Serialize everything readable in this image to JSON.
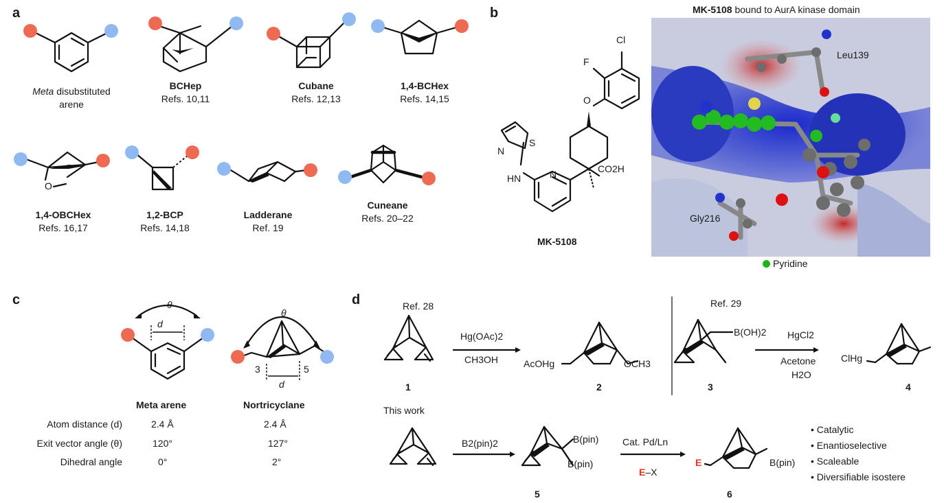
{
  "panels": {
    "a": "a",
    "b": "b",
    "c": "c",
    "d": "d"
  },
  "panel_a": {
    "meta_italic": "Meta",
    "meta_rest": "disubstituted",
    "meta_line2": "arene",
    "bchep_name": "BCHep",
    "bchep_refs": "Refs. 10,11",
    "cubane_name": "Cubane",
    "cubane_refs": "Refs. 12,13",
    "bchex_name": "1,4-BCHex",
    "bchex_refs": "Refs. 14,15",
    "obchex_name": "1,4-OBCHex",
    "obchex_refs": "Refs. 16,17",
    "bcp_name": "1,2-BCP",
    "bcp_refs": "Refs. 14,18",
    "ladderane_name": "Ladderane",
    "ladderane_refs": "Ref. 19",
    "cuneane_name": "Cuneane",
    "cuneane_refs": "Refs. 20–22",
    "oxygen": "O"
  },
  "panel_b": {
    "title_bold": "MK-5108",
    "title_rest": "bound to AurA kinase domain",
    "compound": "MK-5108",
    "atoms": {
      "cl": "Cl",
      "f": "F",
      "o": "O",
      "s": "S",
      "n1": "N",
      "hn": "HN",
      "n2": "N",
      "co2h": "CO2H"
    },
    "leu": "Leu139",
    "gly": "Gly216",
    "legend": "Pyridine",
    "legend_color": "#1db31d"
  },
  "panel_c": {
    "theta": "θ",
    "d": "d",
    "num3": "3",
    "num5": "5",
    "col1": "Meta arene",
    "col2": "Nortricyclane",
    "rows": [
      {
        "label": "Atom distance (d)",
        "v1": "2.4 Å",
        "v2": "2.4 Å"
      },
      {
        "label": "Exit vector angle (θ)",
        "v1": "120°",
        "v2": "127°"
      },
      {
        "label": "Dihedral angle",
        "v1": "0°",
        "v2": "2°"
      }
    ]
  },
  "panel_d": {
    "ref28": "Ref. 28",
    "ref29": "Ref. 29",
    "reagent1_top": "Hg(OAc)2",
    "reagent1_bot": "CH3OH",
    "acohg": "AcOHg",
    "och3": "OCH3",
    "boh2": "B(OH)2",
    "reagent2_top": "HgCl2",
    "reagent2_mid": "Acetone",
    "reagent2_bot": "H2O",
    "clhg": "ClHg",
    "nums": [
      "1",
      "2",
      "3",
      "4",
      "5",
      "6"
    ],
    "this_work": "This work",
    "reagent3": "B2(pin)2",
    "bpin_top": "B(pin)",
    "bpin_bot": "B(pin)",
    "reagent4_top": "Cat. Pd/Ln",
    "reagent4_bot_e": "E",
    "reagent4_bot_rest": "–X",
    "e_label": "E",
    "bpin_6": "B(pin)",
    "bullets": [
      "Catalytic",
      "Enantioselective",
      "Scaleable",
      "Diversifiable isostere"
    ]
  }
}
